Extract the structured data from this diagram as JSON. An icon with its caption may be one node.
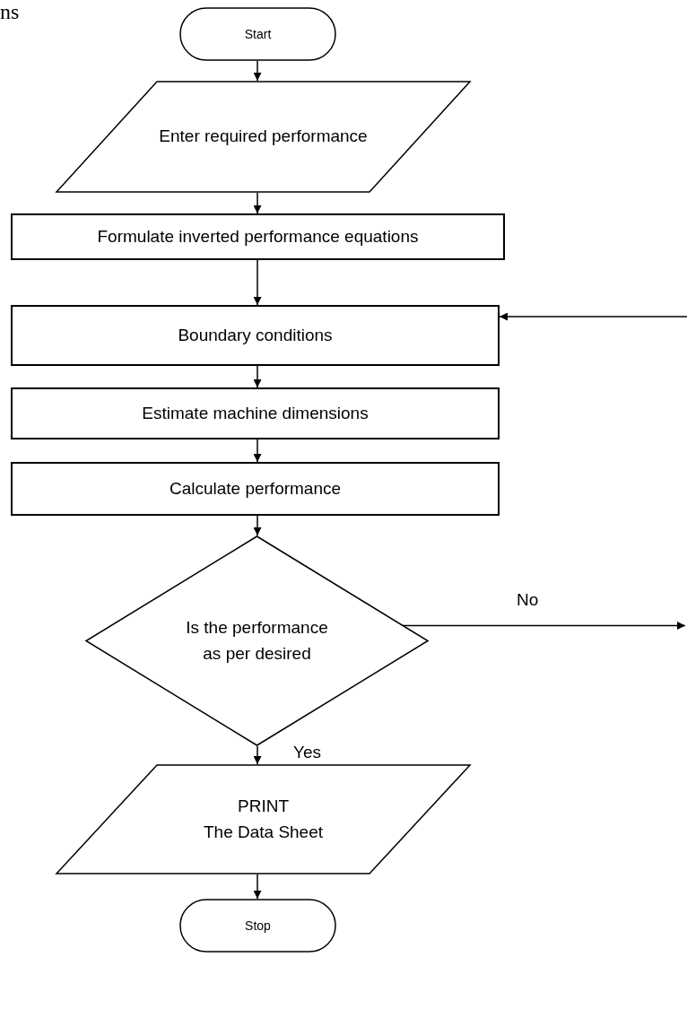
{
  "diagram": {
    "nodes": [
      {
        "text": [
          "Start"
        ]
      },
      {
        "text": [
          "Enter required performance"
        ]
      },
      {
        "text": [
          "Formulate inverted performance equations"
        ]
      },
      {
        "text": [
          "Boundary conditions"
        ]
      },
      {
        "text": [
          "Estimate machine dimensions"
        ]
      },
      {
        "text": [
          "Calculate performance"
        ]
      },
      {
        "text": [
          "Is the performance as per desired"
        ]
      },
      {
        "text": [
          "PRINT",
          "The Data Sheet"
        ]
      },
      {
        "text": [
          "Stop"
        ]
      }
    ],
    "edges": [
      {
        "from": 0,
        "to": 1,
        "arrow": "to"
      },
      {
        "from": 1,
        "to": 2,
        "arrow": "to"
      },
      {
        "from": 2,
        "to": 3,
        "arrow": "to"
      },
      {
        "from": 3,
        "to": 4,
        "arrow": "to"
      },
      {
        "from": 4,
        "to": 5,
        "arrow": "to"
      },
      {
        "from": 5,
        "to": 6,
        "arrow": "to"
      },
      {
        "from": 6,
        "to": null,
        "arrow": "to",
        "label": "No"
      },
      {
        "from": null,
        "to": 3,
        "arrow": "to"
      },
      {
        "from": 6,
        "to": 7,
        "arrow": "to",
        "label": "Yes"
      },
      {
        "from": 7,
        "to": 8,
        "arrow": "to"
      }
    ],
    "labels": [
      "ns"
    ]
  }
}
